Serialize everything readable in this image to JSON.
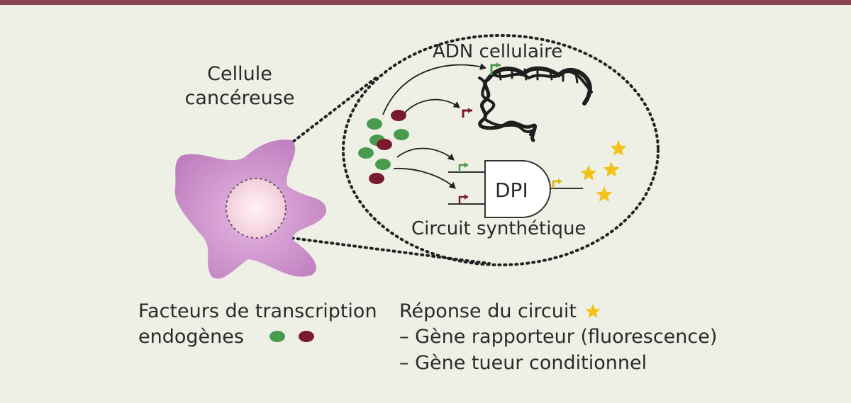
{
  "diagram": {
    "cell_label": "Cellule\ncancéreuse",
    "dna_label": "ADN cellulaire",
    "gate_label": "DPI",
    "circuit_label": "Circuit synthétique"
  },
  "legend": {
    "tf_line1": "Facteurs de transcription",
    "tf_line2": "endogènes",
    "response_title": "Réponse du circuit",
    "response_item1": "– Gène rapporteur (fluorescence)",
    "response_item2": "– Gène tueur conditionnel"
  },
  "colors": {
    "top_bar": "#8a4650",
    "background": "#eef0e5",
    "cell": "#c58ac6",
    "nucleus": "#f7dde6",
    "tf_green": "#4a9a4e",
    "tf_red": "#7a1a2e",
    "star": "#f2c21b",
    "text": "#2a2a2a"
  }
}
